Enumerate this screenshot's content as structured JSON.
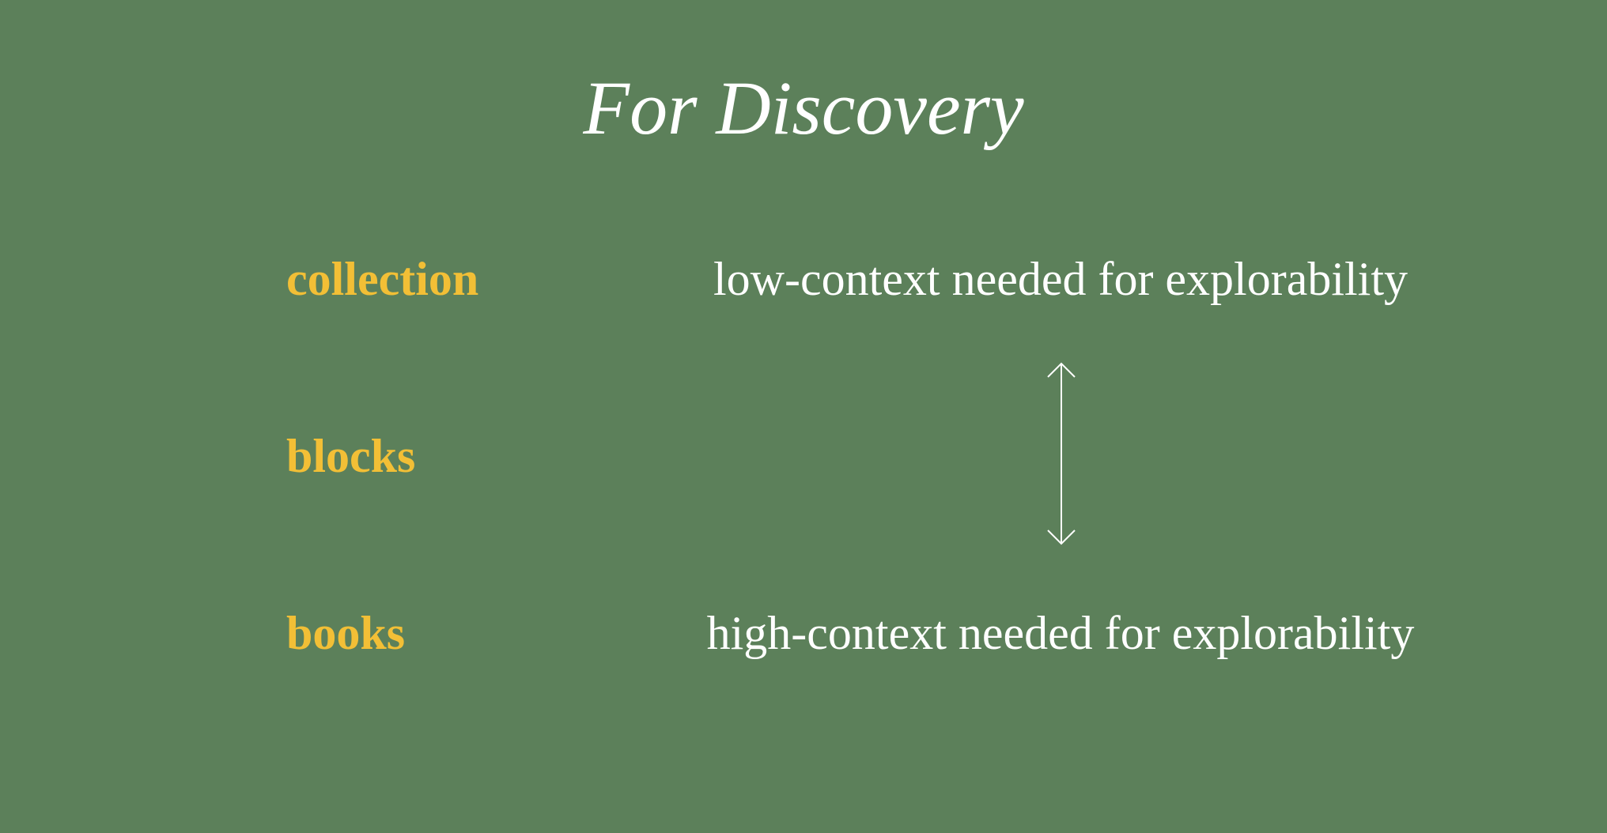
{
  "title": "For Discovery",
  "levels": [
    {
      "label": "collection"
    },
    {
      "label": "blocks"
    },
    {
      "label": "books"
    }
  ],
  "scale": {
    "top_label": "low-context needed for explorability",
    "bottom_label": "high-context needed for explorability",
    "arrow_icon": "double-headed-vertical-arrow-icon"
  },
  "colors": {
    "background": "#5c805a",
    "level_text": "#f2bf36",
    "text": "#ffffff"
  }
}
